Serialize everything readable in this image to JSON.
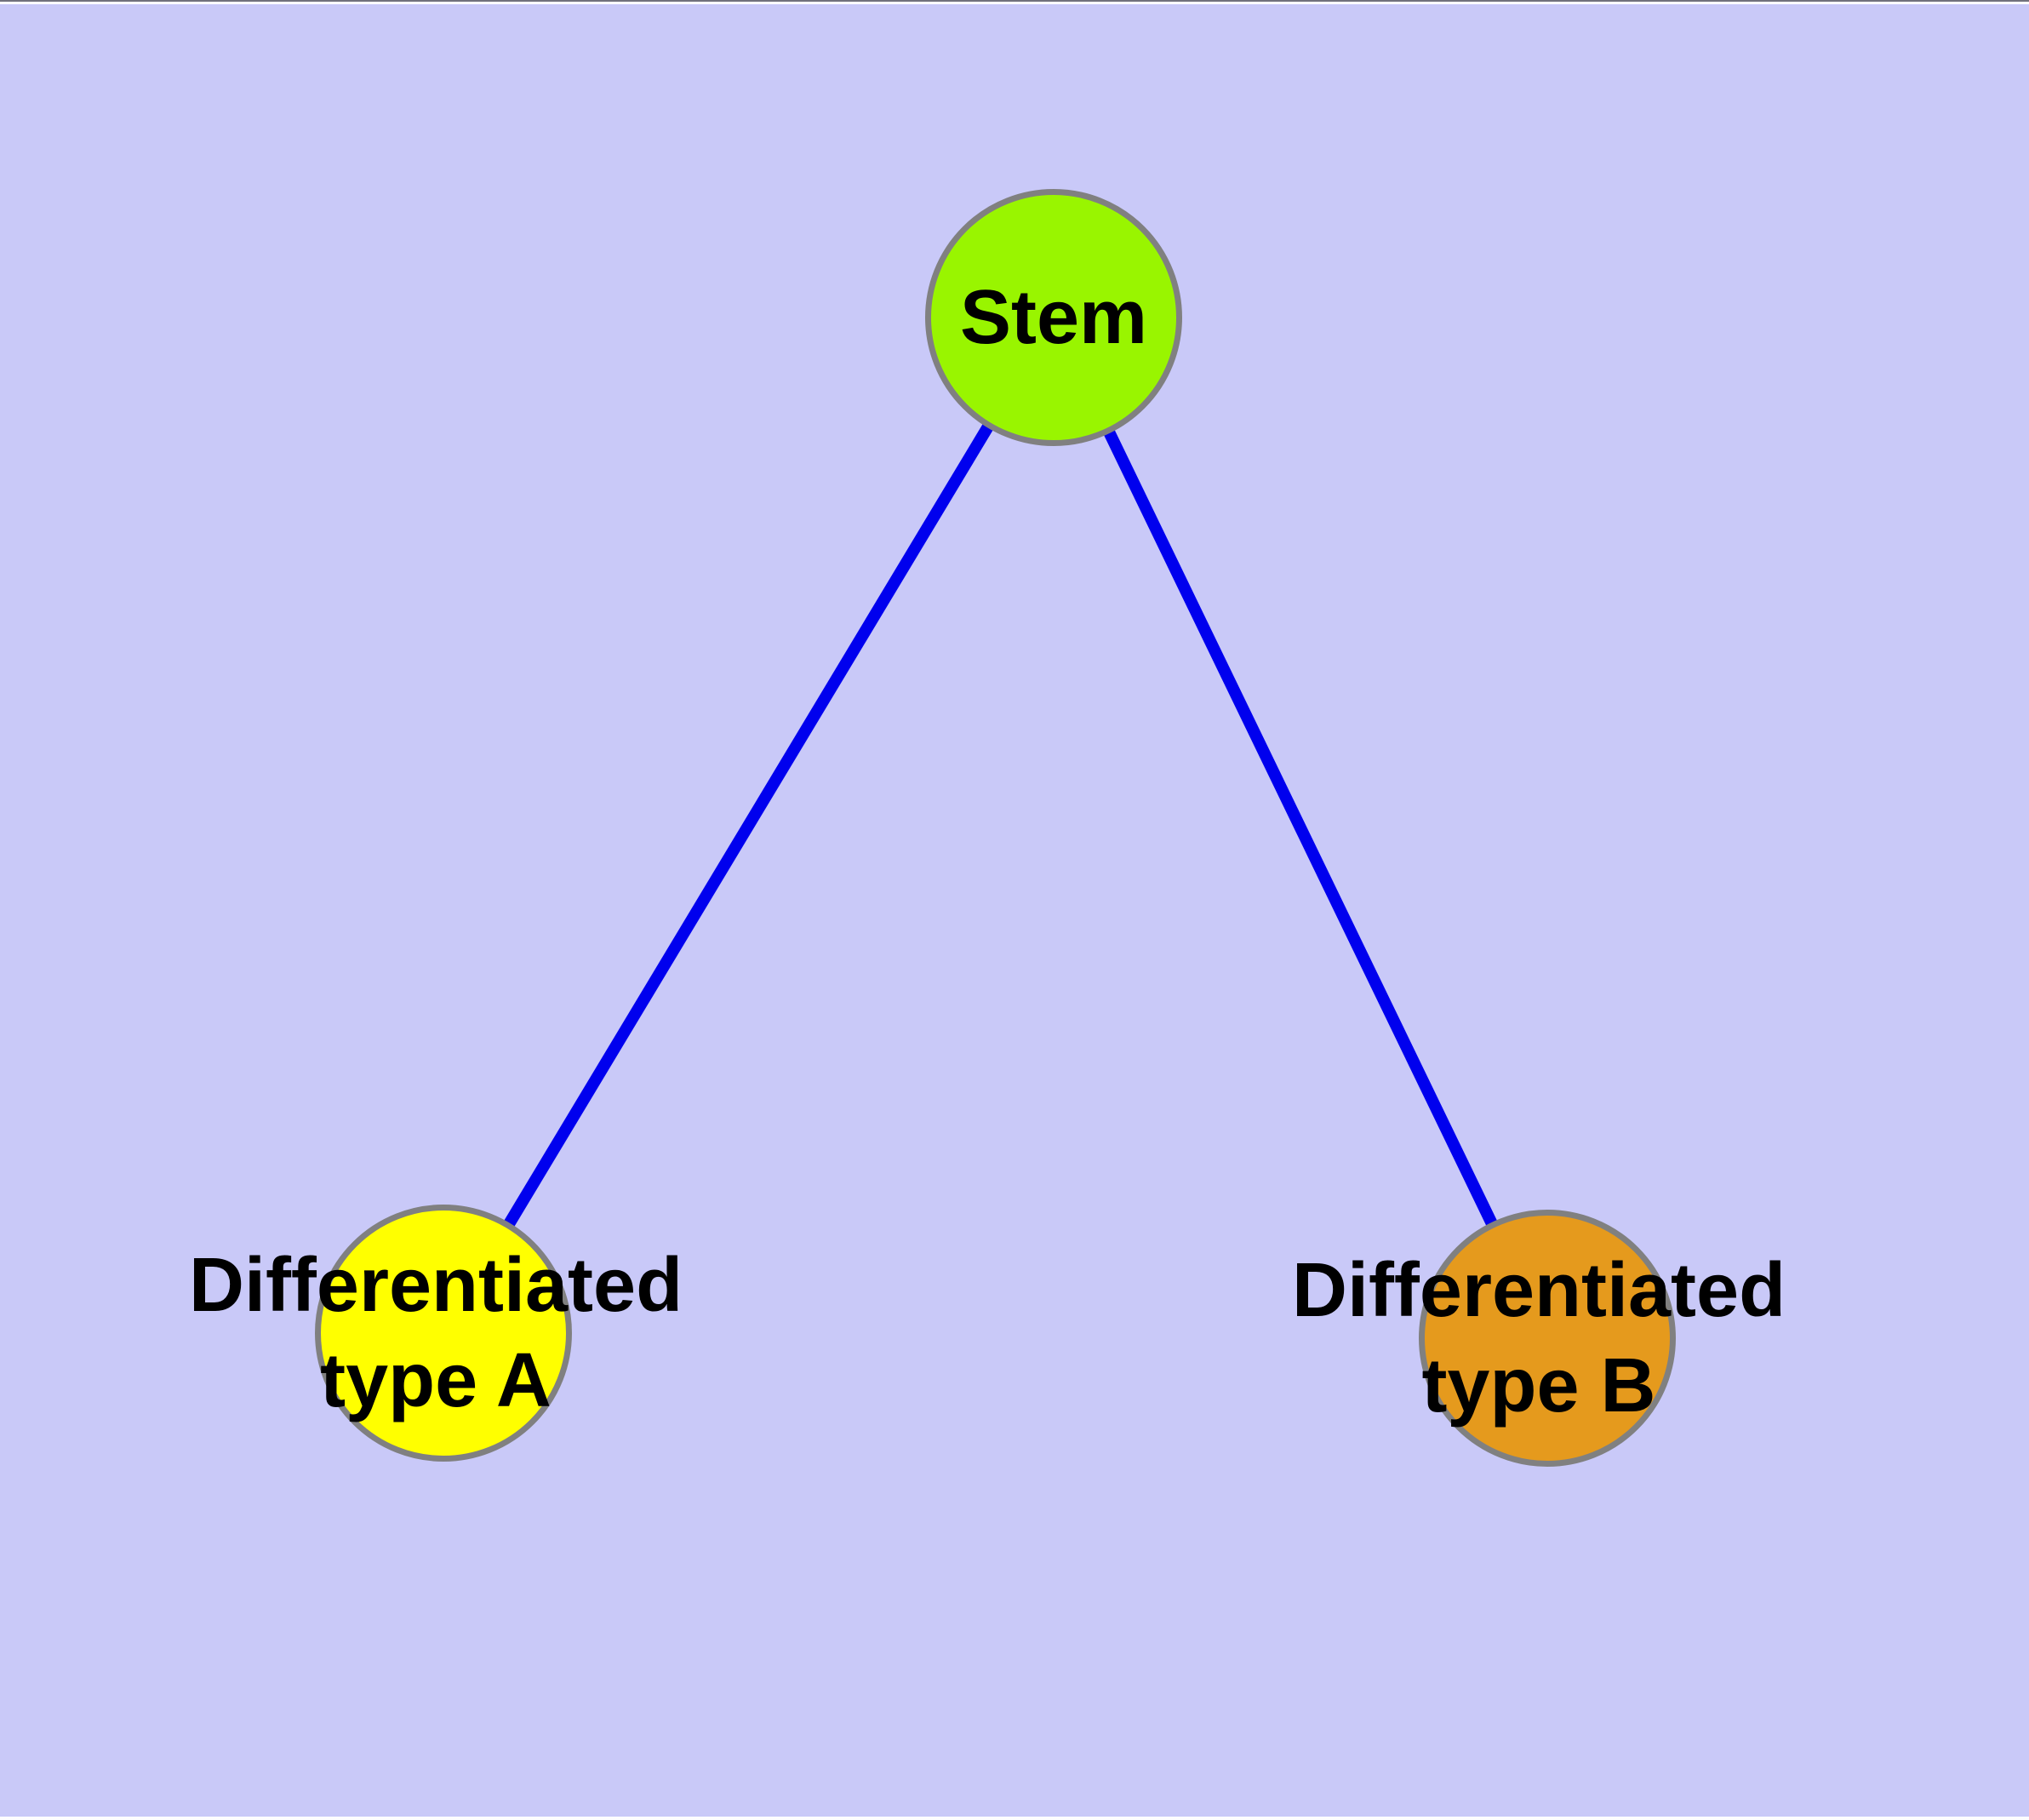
{
  "background": {
    "field_color": "#c9c9f8",
    "frame_color": "#fdfdff",
    "top_line_color": "#71717c"
  },
  "graph": {
    "text_color": "#000000",
    "node_border_color": "#808080",
    "edge_color": "#0000ee",
    "nodes": [
      {
        "id": "stem",
        "label": "Stem",
        "lines": [
          "Stem"
        ],
        "fill": "#99f500",
        "border": "#808080"
      },
      {
        "id": "differentiated-type-a",
        "label": "Differentiated type A",
        "lines": [
          "Differentiated",
          "type A"
        ],
        "fill": "#ffff00",
        "border": "#808080"
      },
      {
        "id": "differentiated-type-b",
        "label": "Differentiated type B",
        "lines": [
          "Differentiated",
          "type B"
        ],
        "fill": "#e59a1d",
        "border": "#808080"
      }
    ],
    "edges": [
      {
        "from": "stem",
        "to": "differentiated-type-a",
        "color": "#0000ee"
      },
      {
        "from": "stem",
        "to": "differentiated-type-b",
        "color": "#0000ee"
      }
    ]
  }
}
